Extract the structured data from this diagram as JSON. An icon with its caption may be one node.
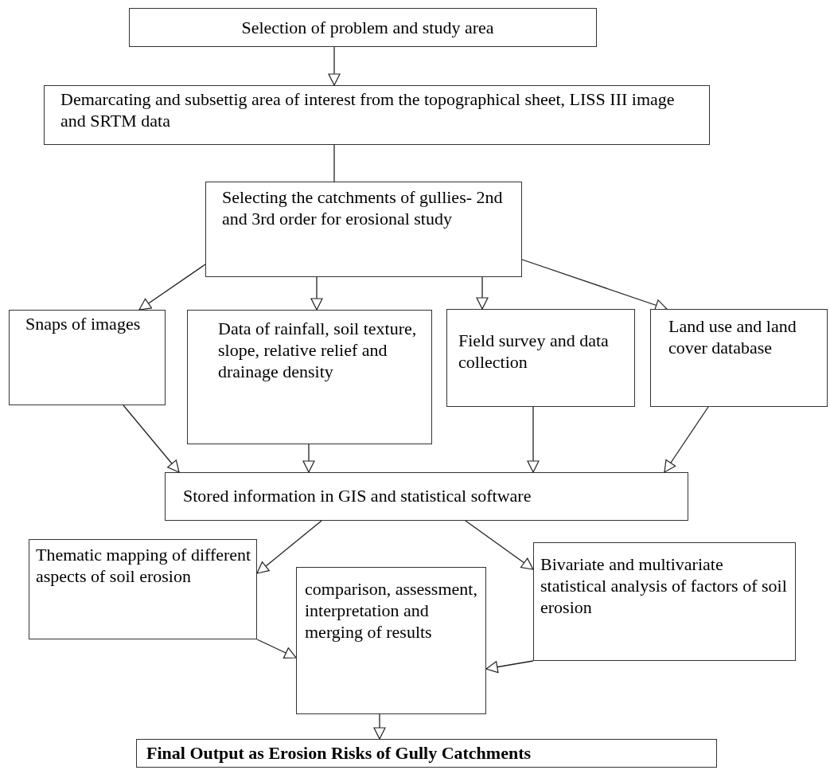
{
  "diagram": {
    "nodes": [
      {
        "text": [
          "Selection of problem and study area"
        ]
      },
      {
        "text": [
          "Demarcating and subsettig area of interest from the topographical sheet, LISS III image and SRTM data"
        ]
      },
      {
        "text": [
          "Selecting the catchments of gullies- 2nd and 3rd order for erosional study"
        ]
      },
      {
        "text": [
          "Snaps of images"
        ]
      },
      {
        "text": [
          "Data of rainfall, soil texture, slope, relative relief and drainage density"
        ]
      },
      {
        "text": [
          "Field survey and data collection"
        ]
      },
      {
        "text": [
          "Land use and land cover database"
        ]
      },
      {
        "text": [
          "Stored information in GIS and statistical software"
        ]
      },
      {
        "text": [
          "Thematic mapping of different aspects of soil erosion"
        ]
      },
      {
        "text": [
          "comparison, assessment, interpretation and merging of results"
        ]
      },
      {
        "text": [
          "Bivariate and multivariate statistical analysis of factors of soil erosion"
        ]
      },
      {
        "text": [
          "Final Output as Erosion Risks of Gully Catchments"
        ]
      }
    ],
    "edges": [
      {
        "from": 0,
        "to": 1,
        "arrow": "to"
      },
      {
        "from": 1,
        "to": 2,
        "arrow": "none"
      },
      {
        "from": 2,
        "to": 3,
        "arrow": "to"
      },
      {
        "from": 2,
        "to": 4,
        "arrow": "to"
      },
      {
        "from": 2,
        "to": 5,
        "arrow": "to"
      },
      {
        "from": 2,
        "to": 6,
        "arrow": "to"
      },
      {
        "from": 3,
        "to": 7,
        "arrow": "to"
      },
      {
        "from": 4,
        "to": 7,
        "arrow": "to"
      },
      {
        "from": 5,
        "to": 7,
        "arrow": "to"
      },
      {
        "from": 6,
        "to": 7,
        "arrow": "to"
      },
      {
        "from": 7,
        "to": 8,
        "arrow": "to"
      },
      {
        "from": 7,
        "to": 10,
        "arrow": "to"
      },
      {
        "from": 8,
        "to": 9,
        "arrow": "to"
      },
      {
        "from": 10,
        "to": 9,
        "arrow": "to"
      },
      {
        "from": 9,
        "to": 11,
        "arrow": "to"
      }
    ]
  }
}
